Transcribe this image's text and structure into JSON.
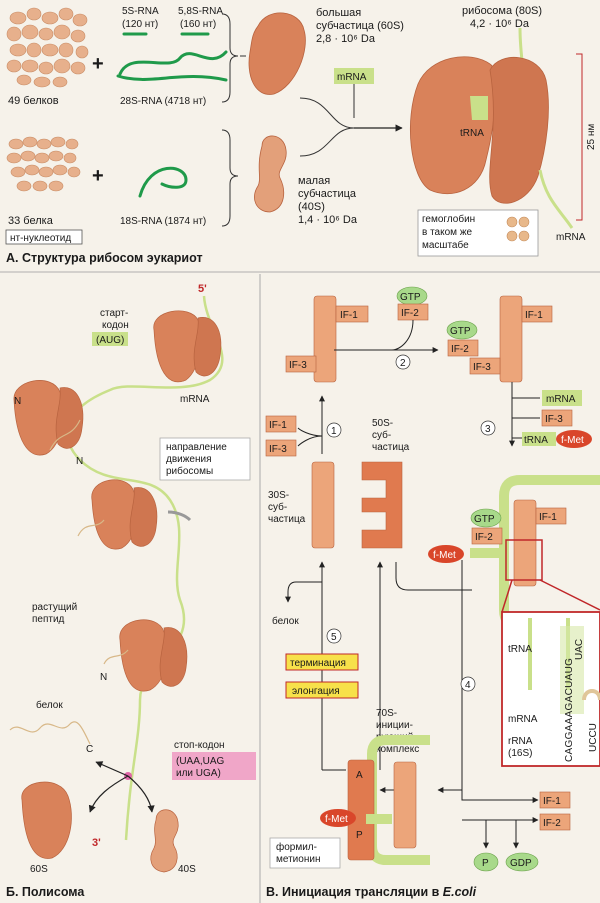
{
  "colors": {
    "background": "#f6f2ea",
    "ribosome": "#d9825a",
    "ribosome_dark": "#b8633f",
    "protein_blob": "#e7b08c",
    "rna_green": "#1f9a4a",
    "mrna_light": "#c9e08a",
    "factor_box": "#eca57a",
    "gtp_green": "#a8d98a",
    "fmet_red": "#d9462a",
    "pink_label": "#f0a6c8",
    "red_frame": "#c0282a",
    "yellow_box": "#f7e14a"
  },
  "panel_a": {
    "proteins_large": "49 белков",
    "rna_5s": "5S-RNA",
    "rna_5s_len": "(120 нт)",
    "rna_58s": "5,8S-RNA",
    "rna_58s_len": "(160 нт)",
    "rna_28s": "28S-RNA (4718 нт)",
    "large_subunit_1": "большая",
    "large_subunit_2": "субчастица (60S)",
    "large_subunit_3": "2,8 · 10⁶ Da",
    "proteins_small": "33 белка",
    "nt_legend": "нт-нуклеотид",
    "rna_18s": "18S-RNA (1874 нт)",
    "small_subunit_1": "малая",
    "small_subunit_2": "субчастица",
    "small_subunit_3": "(40S)",
    "small_subunit_4": "1,4 · 10⁶ Da",
    "mrna_box": "mRNA",
    "ribosome_1": "рибосома (80S)",
    "ribosome_2": "4,2 · 10⁶ Da",
    "trna": "tRNA",
    "scale": "25 нм",
    "hemoglobin_1": "гемоглобин",
    "hemoglobin_2": "в таком же",
    "hemoglobin_3": "масштабе",
    "mrna_tail": "mRNA",
    "plus": "+",
    "title": "А. Структура рибосом эукариот"
  },
  "panel_b": {
    "five_prime": "5'",
    "start_codon_1": "старт-",
    "start_codon_2": "кодон",
    "start_codon_3": "(AUG)",
    "mrna": "mRNA",
    "n1": "N",
    "n2": "N",
    "n3": "N",
    "direction_1": "направление",
    "direction_2": "движения",
    "direction_3": "рибосомы",
    "peptide_1": "растущий",
    "peptide_2": "пептид",
    "protein": "белок",
    "c_term": "C",
    "stop_1": "стоп-кодон",
    "stop_2": "(UAA,UAG",
    "stop_3": "или UGA)",
    "sub60": "60S",
    "sub40": "40S",
    "three_prime": "3'",
    "title": "Б. Полисома"
  },
  "panel_c": {
    "gtp": "GTP",
    "if1": "IF-1",
    "if2": "IF-2",
    "if3": "IF-3",
    "step1": "1",
    "step2": "2",
    "step3": "3",
    "step4": "4",
    "step5": "5",
    "mrna": "mRNA",
    "trna": "tRNA",
    "fmet": "f-Met",
    "sub50_1": "50S-",
    "sub50_2": "суб-",
    "sub50_3": "частица",
    "sub30_1": "30S-",
    "sub30_2": "суб-",
    "sub30_3": "частица",
    "protein": "белок",
    "termination": "терминация",
    "elongation": "элонгация",
    "complex_1": "70S-",
    "complex_2": "иниции-",
    "complex_3": "рующий",
    "complex_4": "комплекс",
    "site_a": "A",
    "site_p": "P",
    "formyl_1": "формил-",
    "formyl_2": "метионин",
    "p": "P",
    "gdp": "GDP",
    "inset_trna": "tRNA",
    "inset_uac": "UAC",
    "inset_seq": "CAGGAAAGACUAUG",
    "inset_mrna": "mRNA",
    "inset_rrna_1": "rRNA",
    "inset_rrna_2": "(16S)",
    "inset_uccu": "UCCU",
    "title_main": "В. Инициация трансляции в ",
    "title_ecoli": "E.coli"
  }
}
